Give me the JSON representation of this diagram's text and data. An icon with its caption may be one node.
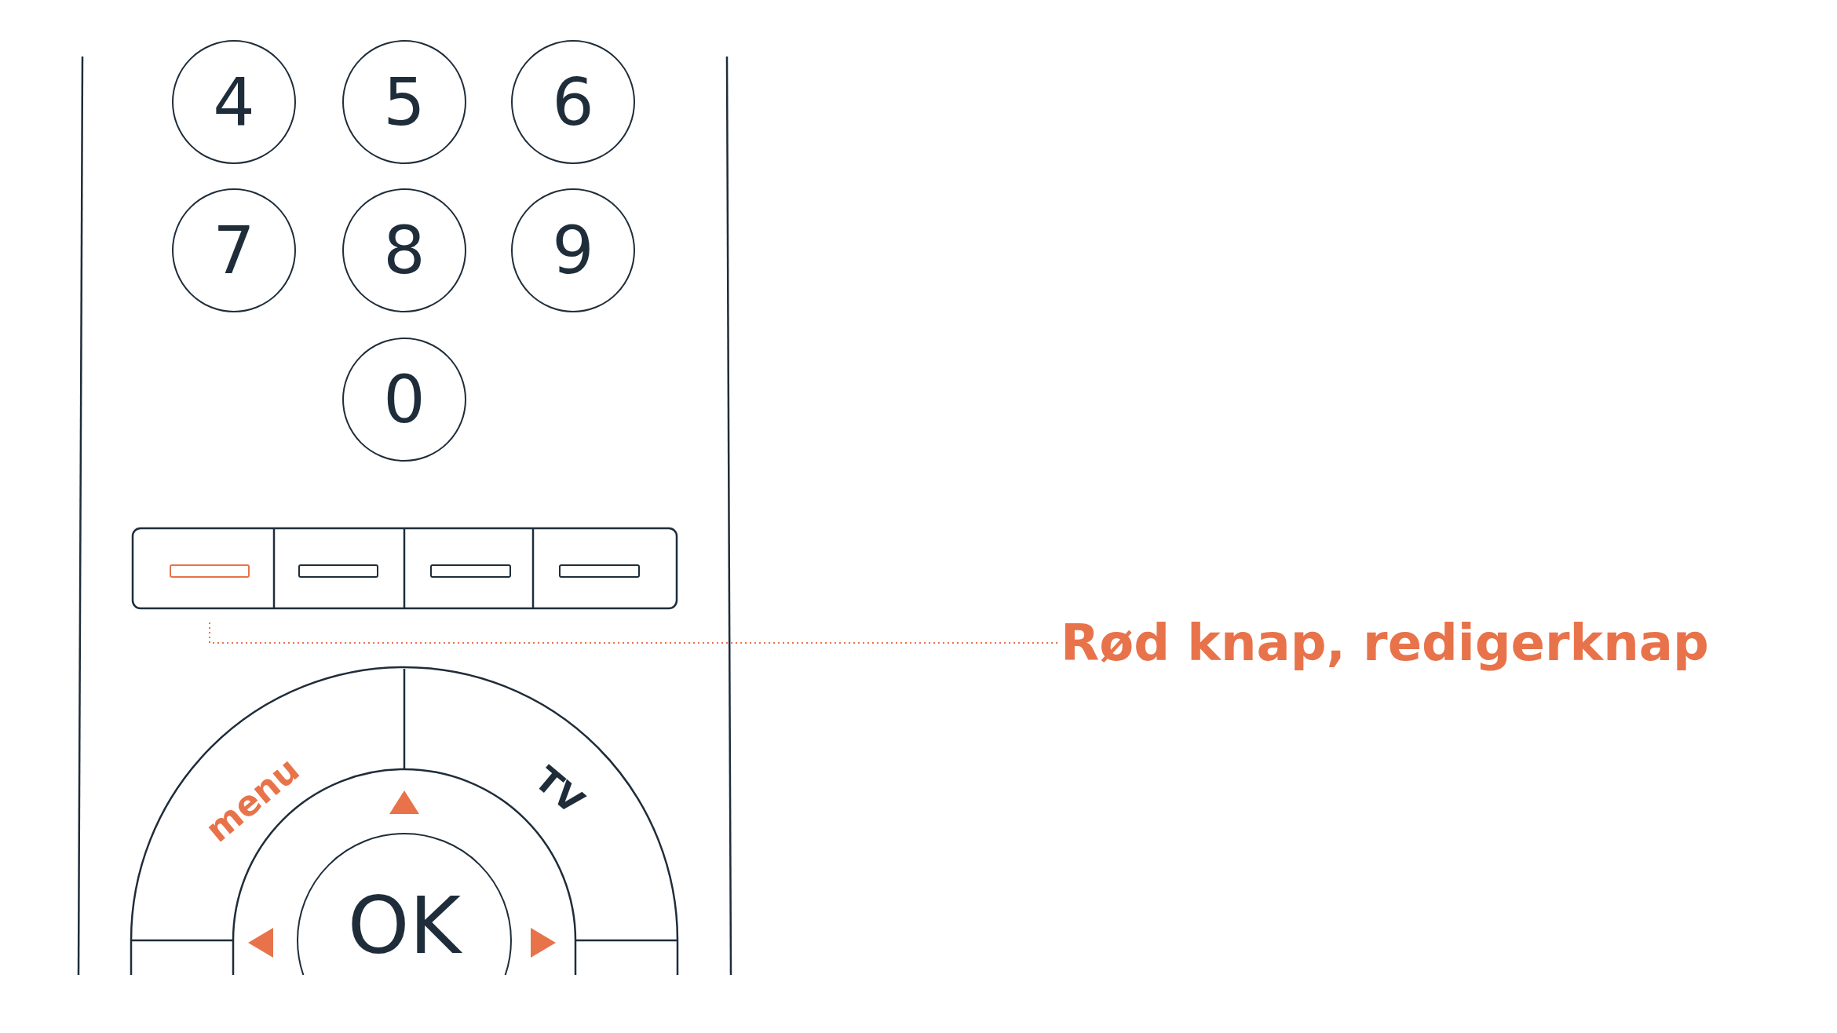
{
  "diagram": {
    "nodes": [
      {
        "text": [
          "4"
        ]
      },
      {
        "text": [
          "5"
        ]
      },
      {
        "text": [
          "6"
        ]
      },
      {
        "text": [
          "7"
        ]
      },
      {
        "text": [
          "8"
        ]
      },
      {
        "text": [
          "9"
        ]
      },
      {
        "text": [
          "0"
        ]
      },
      {
        "text": [],
        "shape": "box"
      },
      {
        "text": [],
        "shape": "box"
      },
      {
        "text": [],
        "shape": "box"
      },
      {
        "text": [],
        "shape": "box"
      },
      {
        "text": [
          "Rød knap, redigerknap"
        ]
      },
      {
        "text": [
          "menu"
        ]
      },
      {
        "text": [
          "TV"
        ]
      },
      {
        "text": [
          "OK"
        ]
      }
    ],
    "edges": [
      {
        "from": 11,
        "to": 7,
        "arrow": "none",
        "style": "dashed",
        "color": "#e8734a"
      }
    ]
  }
}
